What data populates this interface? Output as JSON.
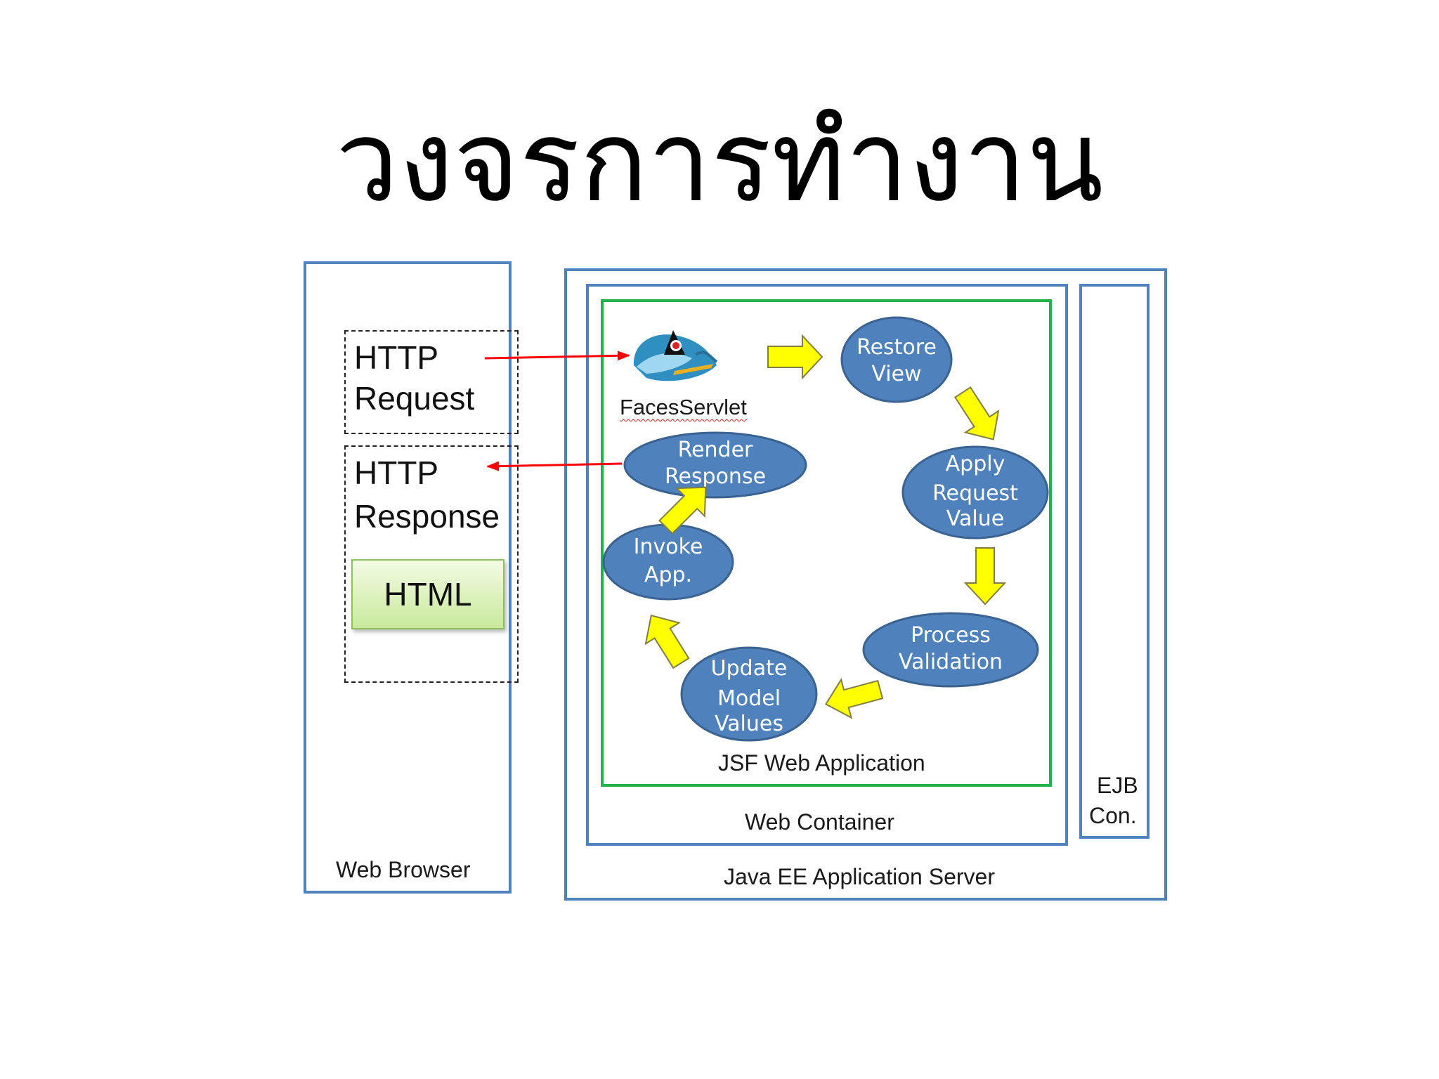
{
  "title": "วงจรการทำงาน",
  "web_browser": {
    "label": "Web Browser",
    "request_line1": "HTTP",
    "request_line2": "Request",
    "response_line1": "HTTP",
    "response_line2": "Response",
    "html_label": "HTML"
  },
  "server": {
    "label": "Java EE Application Server",
    "web_container_label": "Web Container",
    "jsf_app_label": "JSF Web Application",
    "ejb_line1": "EJB",
    "ejb_line2": "Con.",
    "faces_servlet": "FacesServlet"
  },
  "phases": {
    "restore_view": [
      "Restore",
      "View"
    ],
    "apply_request": [
      "Apply",
      "Request",
      "Value"
    ],
    "process_validation": [
      "Process",
      "Validation"
    ],
    "update_model": [
      "Update",
      "Model",
      "Values"
    ],
    "invoke_app": [
      "Invoke",
      "App."
    ],
    "render_response": [
      "Render",
      "Response"
    ]
  },
  "colors": {
    "box_border": "#4f81bd",
    "jsf_border": "#22b14c",
    "phase_fill": "#4f81bd",
    "arrow_yellow": "#ffff00",
    "request_arrow": "#ff0000"
  }
}
